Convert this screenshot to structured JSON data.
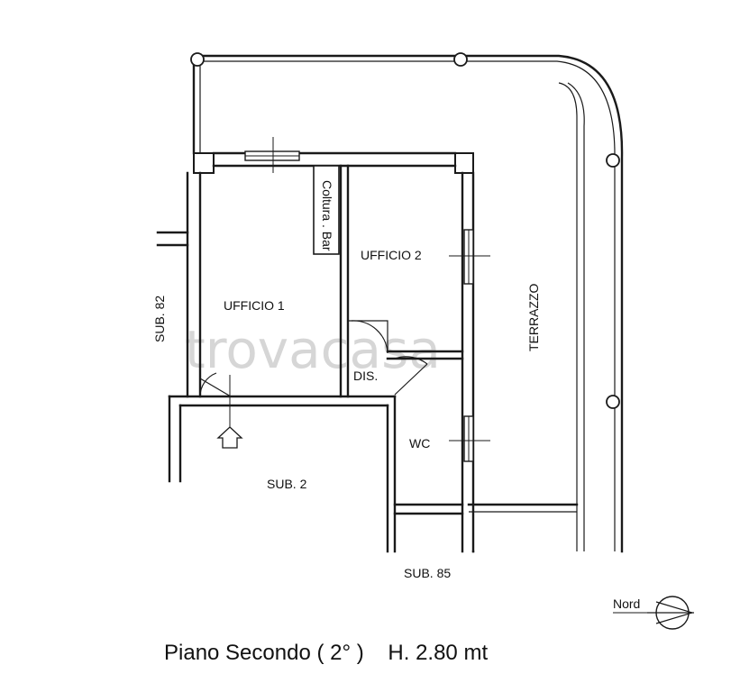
{
  "plan": {
    "watermark": "trovacasa",
    "rooms": {
      "ufficio1": "UFFICIO 1",
      "ufficio2": "UFFICIO 2",
      "dis": "DIS.",
      "wc": "WC",
      "terrazzo": "TERRAZZO",
      "coltura": "Coltura . Bar"
    },
    "neighbors": {
      "sub82": "SUB. 82",
      "sub2": "SUB. 2",
      "sub85": "SUB. 85"
    },
    "north_label": "Nord",
    "title": "Piano Secondo ( 2° )    H. 2.80 mt"
  },
  "colors": {
    "line": "#1a1a1a",
    "watermark": "#d6d6d6",
    "background": "#ffffff"
  },
  "icons": [
    "north-arrow-icon",
    "entrance-arrow-icon",
    "door-swing-icon",
    "window-icon"
  ]
}
